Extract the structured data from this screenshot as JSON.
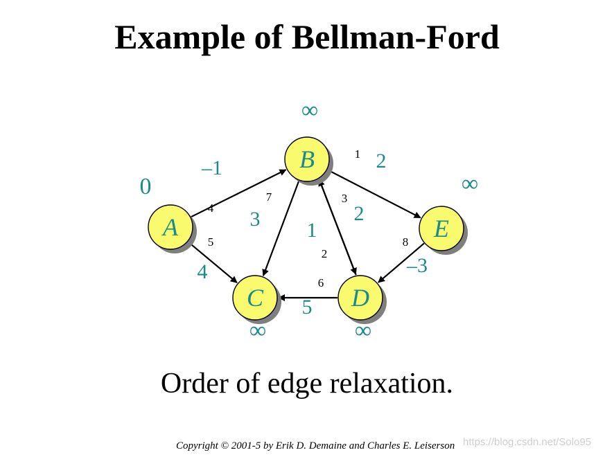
{
  "title": "Example of Bellman-Ford",
  "caption": "Order of edge relaxation.",
  "copyright": "Copyright © 2001-5 by Erik D. Demaine and Charles E. Leiserson",
  "watermark": "https://blog.csdn.net/Solo95",
  "colors": {
    "node_fill": "#fafa6e",
    "node_shadow": "#7f7f7f",
    "teal": "#1b8a8a",
    "edge": "#000000"
  },
  "nodes": [
    {
      "id": "A",
      "label": "A",
      "dist": "0"
    },
    {
      "id": "B",
      "label": "B",
      "dist": "∞"
    },
    {
      "id": "C",
      "label": "C",
      "dist": "∞"
    },
    {
      "id": "D",
      "label": "D",
      "dist": "∞"
    },
    {
      "id": "E",
      "label": "E",
      "dist": "∞"
    }
  ],
  "edges": [
    {
      "from": "A",
      "to": "B",
      "weight": "–1",
      "order": "4"
    },
    {
      "from": "A",
      "to": "C",
      "weight": "4",
      "order": "5"
    },
    {
      "from": "B",
      "to": "C",
      "weight": "3",
      "order": "7"
    },
    {
      "from": "B",
      "to": "D",
      "weight": "2",
      "order": "3"
    },
    {
      "from": "D",
      "to": "B",
      "weight": "1",
      "order": "2"
    },
    {
      "from": "B",
      "to": "E",
      "weight": "2",
      "order": "1"
    },
    {
      "from": "E",
      "to": "D",
      "weight": "–3",
      "order": "8"
    },
    {
      "from": "D",
      "to": "C",
      "weight": "5",
      "order": "6"
    }
  ]
}
